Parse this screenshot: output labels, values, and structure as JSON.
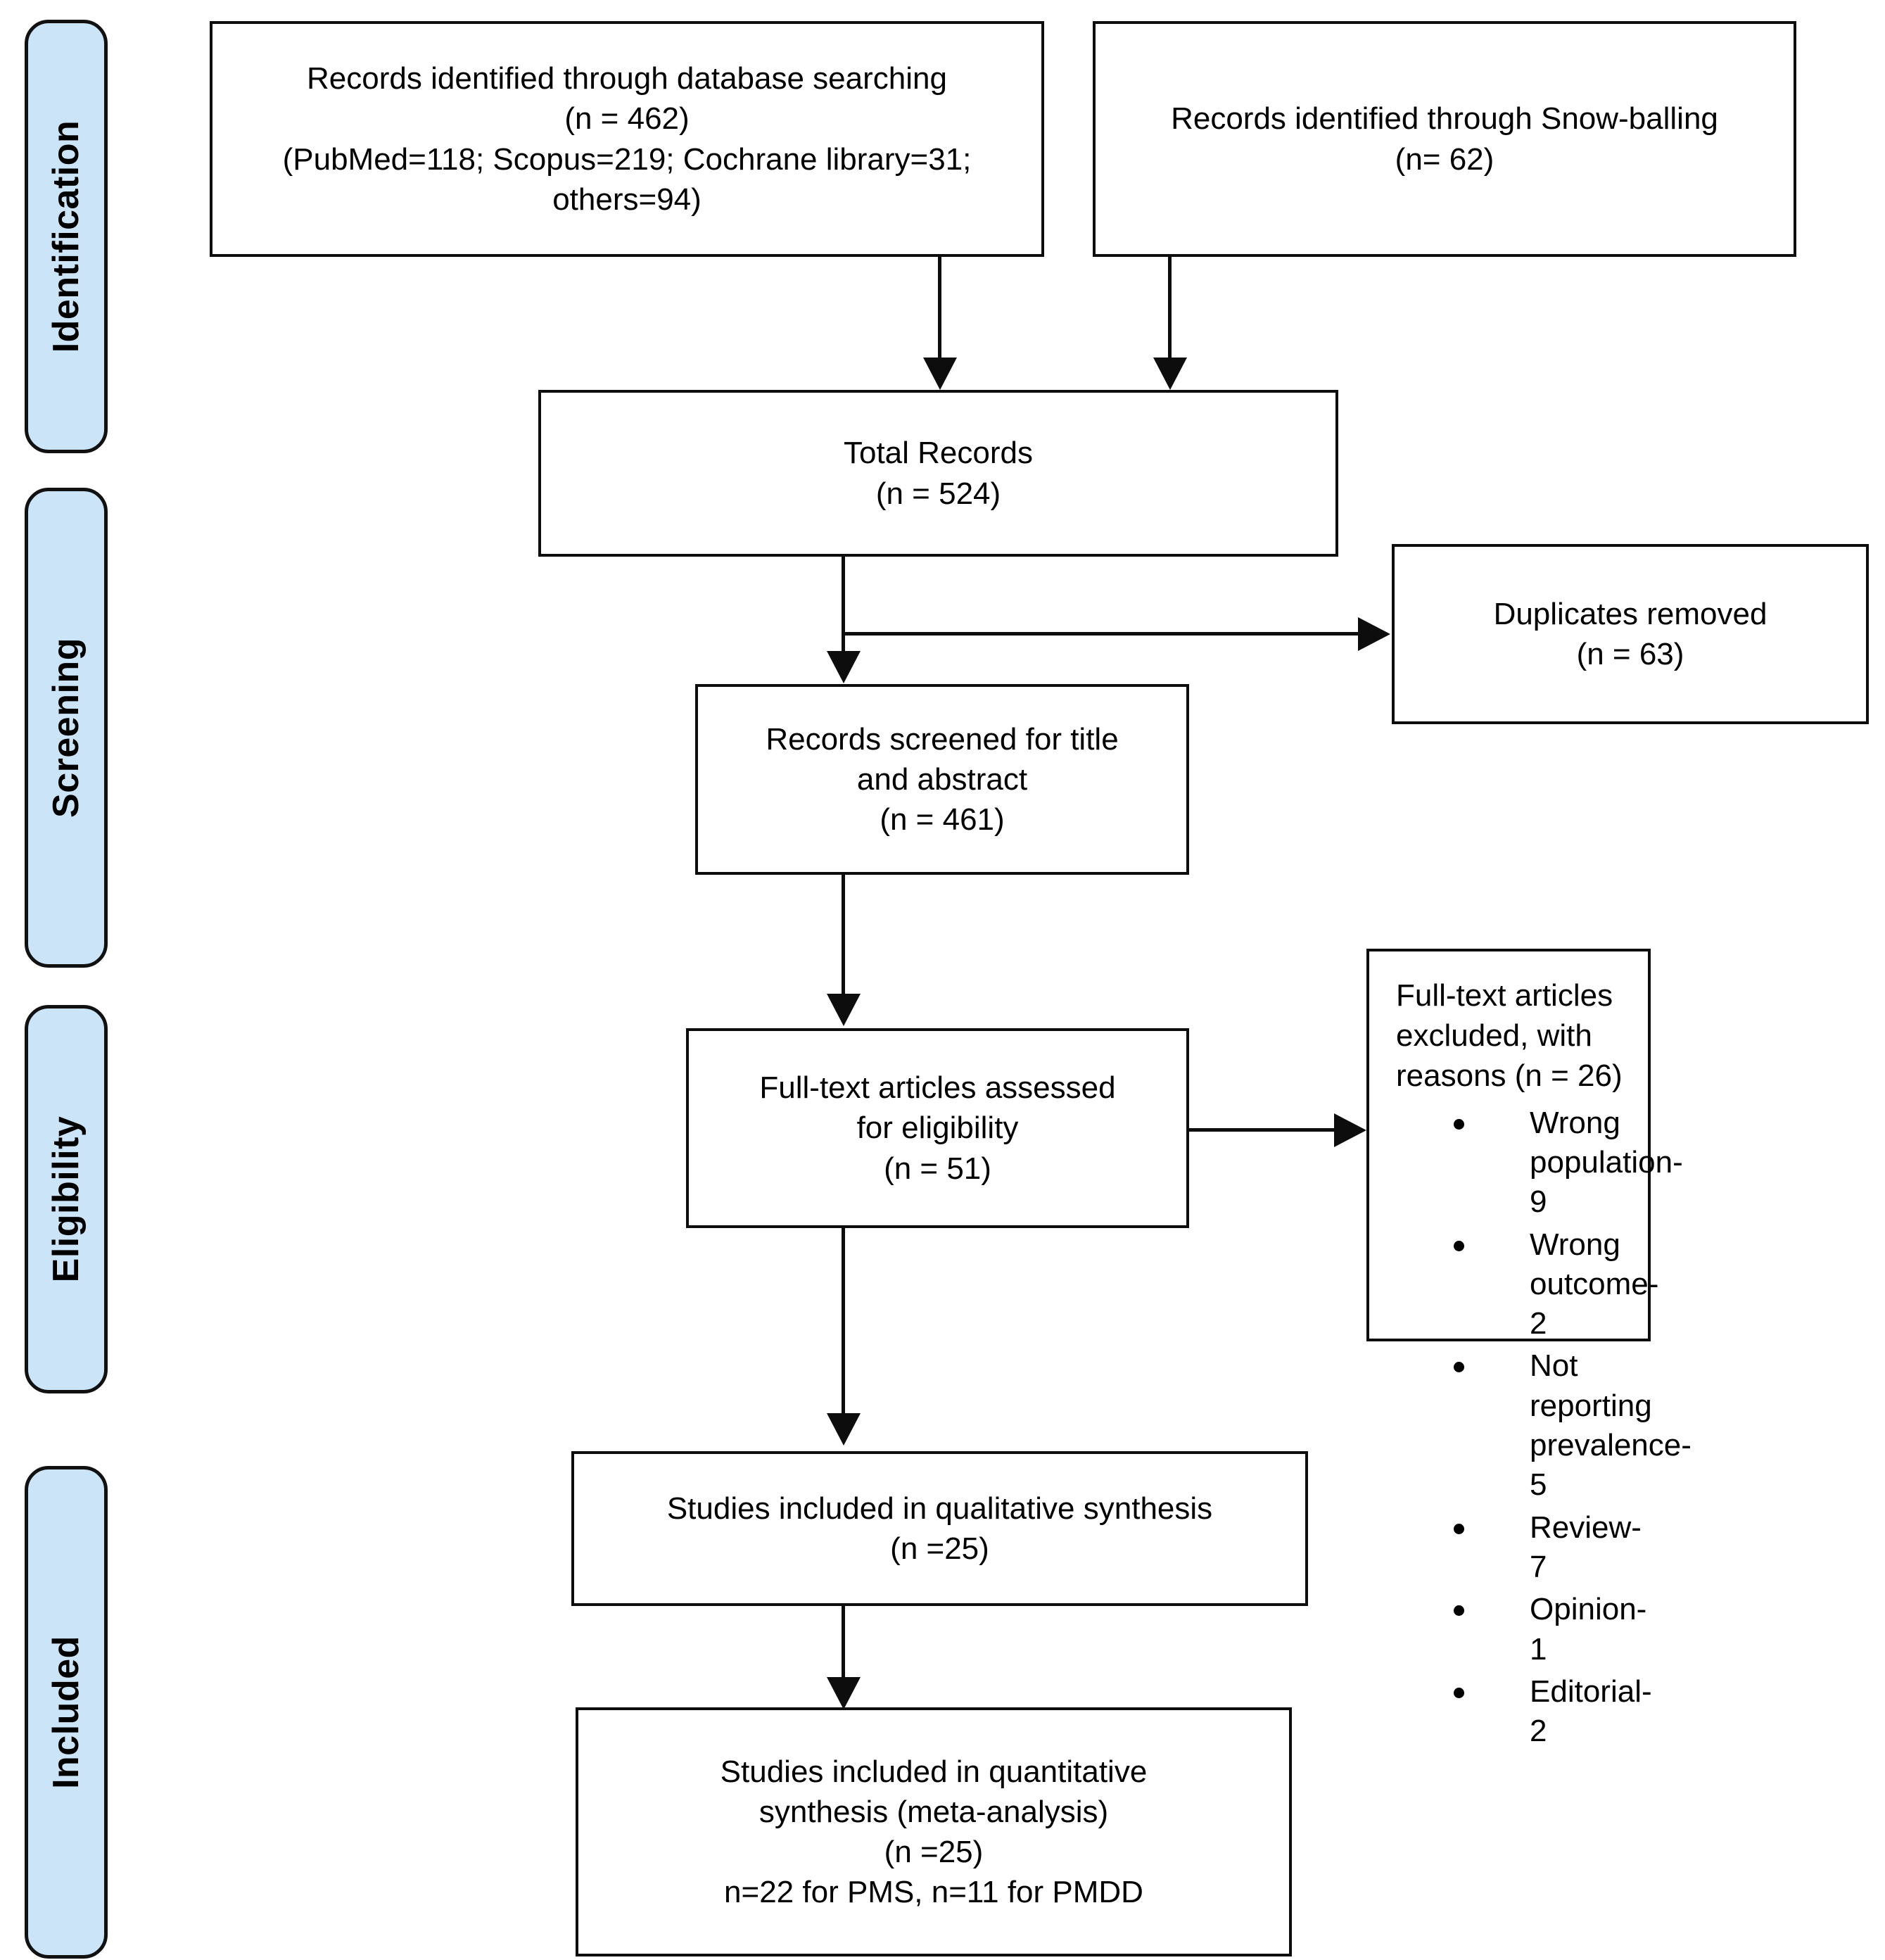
{
  "diagram": {
    "title": "PRISMA study selection flow diagram",
    "accent_color": "#cce4f7",
    "line_color": "#0d0d0d",
    "box_fill": "#ffffff"
  },
  "phases": [
    {
      "id": "identification",
      "label": "Identification"
    },
    {
      "id": "screening",
      "label": "Screening"
    },
    {
      "id": "eligibility",
      "label": "Eligibility"
    },
    {
      "id": "included",
      "label": "Included"
    }
  ],
  "boxes": {
    "database_search": {
      "line1": "Records identified through database searching",
      "line2": "(n = 462)",
      "line3": "(PubMed=118; Scopus=219; Cochrane library=31;",
      "line4": "others=94)"
    },
    "snowballing": {
      "line1": "Records identified through Snow-balling",
      "line2": "(n= 62)"
    },
    "total_records": {
      "line1": "Total Records",
      "line2": "(n = 524)"
    },
    "duplicates_removed": {
      "line1": "Duplicates removed",
      "line2": "(n = 63)"
    },
    "records_screened": {
      "line1": "Records screened for title",
      "line2": "and abstract",
      "line3": "(n = 461)"
    },
    "fulltext_assessed": {
      "line1": "Full-text articles assessed",
      "line2": "for eligibility",
      "line3": "(n = 51)"
    },
    "fulltext_excluded": {
      "line1": "Full-text articles excluded, with",
      "line2": "reasons (n = 26)",
      "reasons": [
        "Wrong population-9",
        "Wrong outcome- 2",
        "Not reporting prevalence-5",
        "Review-7",
        "Opinion-1",
        "Editorial-2"
      ]
    },
    "qualitative_synthesis": {
      "line1": "Studies included in qualitative synthesis",
      "line2": "(n =25)"
    },
    "quantitative_synthesis": {
      "line1": "Studies included in quantitative",
      "line2": "synthesis (meta-analysis)",
      "line3": "(n =25)",
      "line4": "n=22 for PMS, n=11 for PMDD"
    }
  }
}
